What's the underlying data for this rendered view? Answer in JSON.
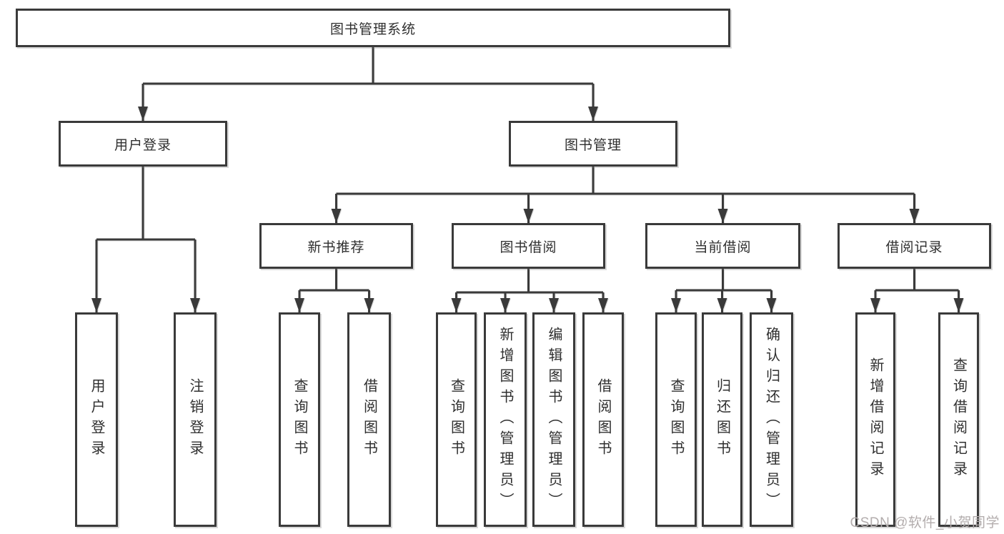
{
  "diagram_title": "图书管理系统",
  "nodes": {
    "root": {
      "label": "图书管理系统"
    },
    "user_login": {
      "label": "用户登录"
    },
    "book_mgmt": {
      "label": "图书管理"
    },
    "leaf_user_login": {
      "label": "用户登录"
    },
    "leaf_logout": {
      "label": "注销登录"
    },
    "new_book_rec": {
      "label": "新书推荐"
    },
    "book_borrow": {
      "label": "图书借阅"
    },
    "current_borrow": {
      "label": "当前借阅"
    },
    "borrow_records": {
      "label": "借阅记录"
    },
    "rec_query_books": {
      "label": "查询图书"
    },
    "rec_borrow_books": {
      "label": "借阅图书"
    },
    "bb_query_books": {
      "label": "查询图书"
    },
    "bb_add_books": {
      "label": "新增图书（管理员）"
    },
    "bb_edit_books": {
      "label": "编辑图书（管理员）"
    },
    "bb_borrow_books": {
      "label": "借阅图书"
    },
    "cb_query_books": {
      "label": "查询图书"
    },
    "cb_return_books": {
      "label": "归还图书"
    },
    "cb_confirm_return": {
      "label": "确认归还（管理员）"
    },
    "br_add_record": {
      "label": "新增借阅记录"
    },
    "br_query_record": {
      "label": "查询借阅记录"
    }
  },
  "edges": [
    {
      "from": "root",
      "to": [
        "user_login",
        "book_mgmt"
      ]
    },
    {
      "from": "user_login",
      "to": [
        "leaf_user_login",
        "leaf_logout"
      ]
    },
    {
      "from": "book_mgmt",
      "to": [
        "new_book_rec",
        "book_borrow",
        "current_borrow",
        "borrow_records"
      ]
    },
    {
      "from": "new_book_rec",
      "to": [
        "rec_query_books",
        "rec_borrow_books"
      ]
    },
    {
      "from": "book_borrow",
      "to": [
        "bb_query_books",
        "bb_add_books",
        "bb_edit_books",
        "bb_borrow_books"
      ]
    },
    {
      "from": "current_borrow",
      "to": [
        "cb_query_books",
        "cb_return_books",
        "cb_confirm_return"
      ]
    },
    {
      "from": "borrow_records",
      "to": [
        "br_add_record",
        "br_query_record"
      ]
    }
  ],
  "watermark": {
    "text": "CSDN @软件_小贺同学"
  },
  "colors": {
    "line": "#3a3a3a",
    "text": "#2f2f2f",
    "box_background": "#ffffff",
    "background": "#ffffff",
    "watermark": "#b3adad"
  }
}
